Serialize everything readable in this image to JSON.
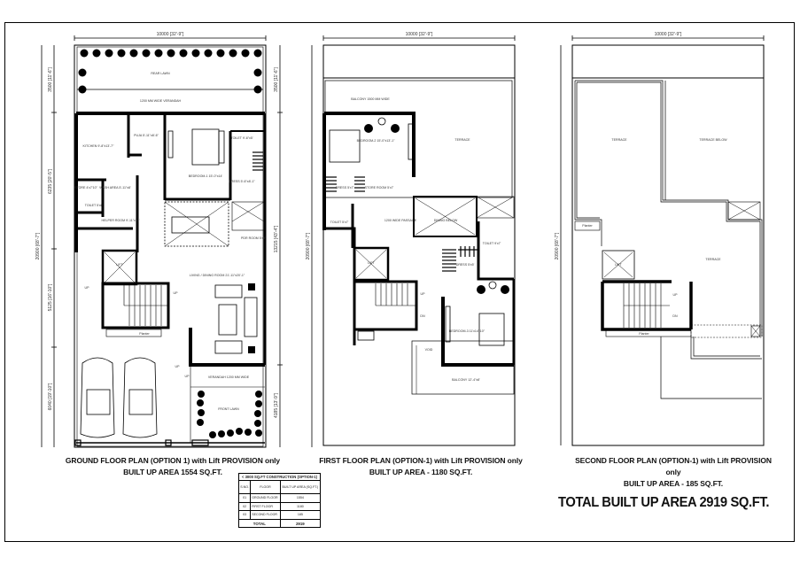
{
  "drawing": {
    "total_label": "TOTAL BUILT UP AREA 2919 SQ.FT.",
    "plans": [
      {
        "id": "ground",
        "title": "GROUND FLOOR PLAN (OPTION 1) with Lift PROVISION only",
        "area": "BUILT UP AREA 1554 SQ.FT.",
        "width_dim": "10000 [32'-9\"]",
        "left_dims": [
          "3500 [11'-6\"]",
          "6235 [20'-5\"]",
          "5125 [16'-10\"]",
          "6040 [19'-10\"]"
        ],
        "overall_dim": "20900 [68'-7\"]",
        "right_dims": [
          "3500 [11'-6\"]",
          "13215 [43'-4\"]",
          "4185 [13'-9\"]"
        ],
        "rooms": {
          "rear_lawn": "REAR LAWN",
          "verandah": "1200 MM WIDE VERANDAH",
          "kitchen": "KITCHEN 9'-8\"x13'-7\"",
          "puja": "PUJA 5'-11\"x8'-6\"",
          "bedroom1": "BEDROOM-1 15'-0\"x14'",
          "toilet": "TOILET 9'-6\"x5'",
          "dress": "DRESS 5'-6\"x8'-1\"",
          "store": "STORE 4'x7'10\"",
          "wash_area": "WASH AREA 5'-11\"x8'",
          "toilet_small": "TOILET 5'x6'",
          "helper_room": "HELPER ROOM 9'-11\"x10'",
          "powder_room": "PDR ROOM 5'x9'",
          "living_dining": "LIVING / DINING ROOM 21'-11\"x20'-1\"",
          "lift": "LIFT",
          "planter": "Planter",
          "up1": "UP",
          "up2": "UP",
          "up3": "UP",
          "up4": "UP",
          "front_verandah": "VERANDAH 1200 MM WIDE",
          "front_lawn": "FRONT LAWN"
        }
      },
      {
        "id": "first",
        "title": "FIRST FLOOR PLAN (OPTION-1) with Lift PROVISION only",
        "area": "BUILT UP AREA - 1180 SQ.FT.",
        "width_dim": "10000 [32'-9\"]",
        "overall_dim": "20900 [68'-7\"]",
        "rooms": {
          "balcony_rear": "BALCONY 1500 MM WIDE",
          "bedroom2": "BEDROOM-2 15'-0\"x13'-1\"",
          "terrace": "TERRACE",
          "dress": "DRESS 5'x7'",
          "store_room": "STORE ROOM 5'x7'",
          "toilet1": "TOILET 5'x7'",
          "passage": "1200 WIDE PASSAGE",
          "dining_below": "DINING BELOW",
          "toilet2": "TOILET 9'x7'",
          "dress2": "DRESS 5'x5'",
          "bedroom3": "BEDROOM-3 11'x14'-10\"",
          "lift": "LIFT",
          "up": "UP",
          "dn": "DN",
          "void": "VOID",
          "balcony_front": "BALCONY 12'-4\"x8'"
        }
      },
      {
        "id": "second",
        "title": "SECOND FLOOR PLAN (OPTION-1) with Lift PROVISION only",
        "area": "BUILT UP AREA - 185 SQ.FT.",
        "width_dim": "10000 [32'-9\"]",
        "overall_dim": "20900 [68'-7\"]",
        "rooms": {
          "terrace_left": "TERRACE",
          "terrace_below": "TERRACE BELOW",
          "terrace_right": "TERRACE",
          "planter_top": "Planter",
          "planter_bottom": "Planter",
          "lift": "LIFT",
          "up": "UP",
          "dn": "DN"
        }
      }
    ]
  },
  "area_table": {
    "title": "< 3000 SQ.FT CONSTRUCTION (OPTION-1)",
    "headers": [
      "S.NO.",
      "FLOOR",
      "BUILT UP AREA (SQ.FT.)"
    ],
    "rows": [
      {
        "sno": "01",
        "floor": "GROUND FLOOR",
        "area": "1554"
      },
      {
        "sno": "02",
        "floor": "FIRST FLOOR",
        "area": "1180"
      },
      {
        "sno": "03",
        "floor": "SECOND FLOOR",
        "area": "185"
      }
    ],
    "total_label": "TOTAL",
    "total_value": "2919"
  }
}
